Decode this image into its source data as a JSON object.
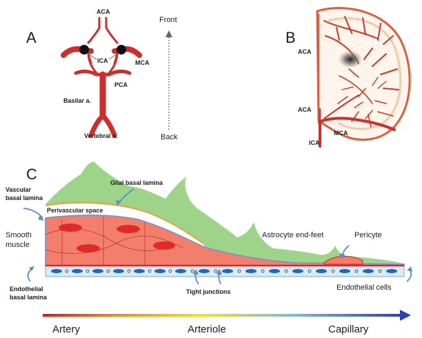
{
  "panels": {
    "a": "A",
    "b": "B",
    "c": "C"
  },
  "panel_a": {
    "aca": "ACA",
    "ica": "ICA",
    "mca": "MCA",
    "pca": "PCA",
    "basilar": "Basilar a.",
    "vertebral": "Vertebral a.",
    "front": "Front",
    "back": "Back"
  },
  "panel_b": {
    "aca_top": "ACA",
    "aca_bottom": "ACA",
    "mca": "MCA",
    "ica": "ICA"
  },
  "panel_c": {
    "vascular_basal_lamina_1": "Vascular",
    "vascular_basal_lamina_2": "basal lamina",
    "glial_basal_lamina": "Glial basal lamina",
    "perivascular_space": "Perivascular space",
    "smooth_muscle_1": "Smooth",
    "smooth_muscle_2": "muscle",
    "astrocyte_end_feet": "Astrocyte end-feet",
    "pericyte": "Pericyte",
    "endothelial_basal_lamina_1": "Endothelial",
    "endothelial_basal_lamina_2": "basal lamina",
    "tight_junctions": "Tight junctions",
    "endothelial_cells": "Endothelial cells"
  },
  "gradient_scale": {
    "artery": "Artery",
    "arteriole": "Arteriole",
    "capillary": "Capillary"
  },
  "colors": {
    "vessel_red": "#d42a2a",
    "astrocyte_green": "#9ed48a",
    "smooth_muscle": "#f47e6c",
    "endothelium": "#d8ecf7",
    "nucleus_blue": "#1f66c4",
    "pointer_blue": "#5b8bc8",
    "lamina_orange": "#e8a448"
  }
}
